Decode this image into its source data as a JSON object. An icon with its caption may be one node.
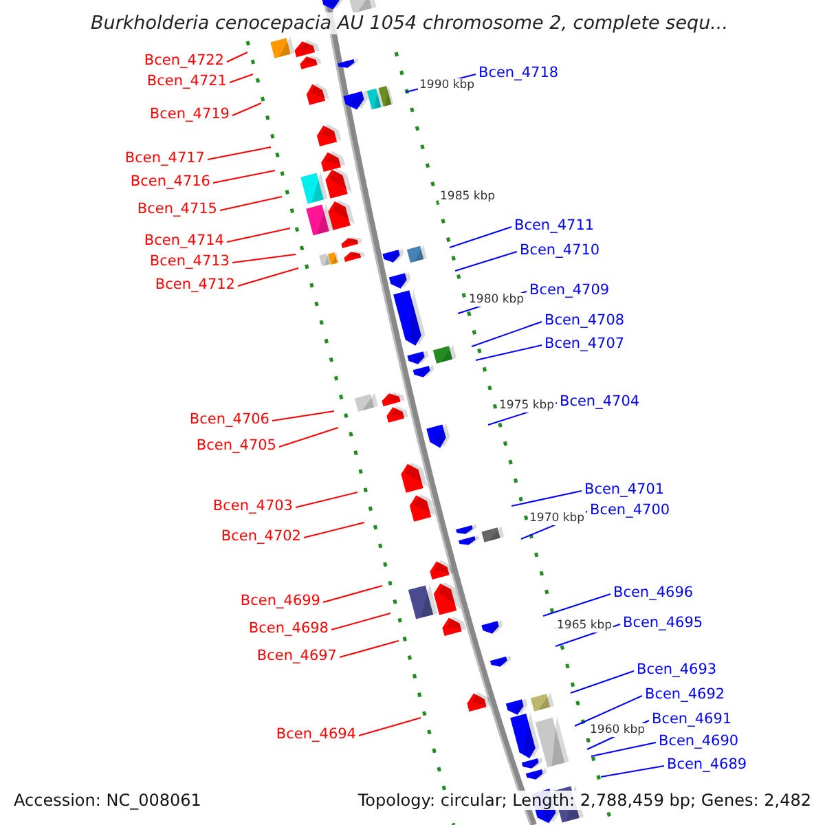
{
  "diagram": {
    "title": "Burkholderia cenocepacia AU 1054 chromosome 2, complete sequ...",
    "nodes": [
      {
        "text": [
          "Bcen_4722"
        ]
      },
      {
        "text": [
          "Bcen_4721"
        ]
      },
      {
        "text": [
          "Bcen_4719"
        ]
      },
      {
        "text": [
          "Bcen_4717"
        ]
      },
      {
        "text": [
          "Bcen_4716"
        ]
      },
      {
        "text": [
          "Bcen_4715"
        ]
      },
      {
        "text": [
          "Bcen_4714"
        ]
      },
      {
        "text": [
          "Bcen_4713"
        ]
      },
      {
        "text": [
          "Bcen_4712"
        ]
      },
      {
        "text": [
          "Bcen_4706"
        ]
      },
      {
        "text": [
          "Bcen_4705"
        ]
      },
      {
        "text": [
          "Bcen_4703"
        ]
      },
      {
        "text": [
          "Bcen_4702"
        ]
      },
      {
        "text": [
          "Bcen_4699"
        ]
      },
      {
        "text": [
          "Bcen_4698"
        ]
      },
      {
        "text": [
          "Bcen_4697"
        ]
      },
      {
        "text": [
          "Bcen_4694"
        ]
      },
      {
        "text": [
          "Bcen_4718"
        ]
      },
      {
        "text": [
          "Bcen_4711"
        ]
      },
      {
        "text": [
          "Bcen_4710"
        ]
      },
      {
        "text": [
          "Bcen_4709"
        ]
      },
      {
        "text": [
          "Bcen_4708"
        ]
      },
      {
        "text": [
          "Bcen_4707"
        ]
      },
      {
        "text": [
          "Bcen_4704"
        ]
      },
      {
        "text": [
          "Bcen_4701"
        ]
      },
      {
        "text": [
          "Bcen_4700"
        ]
      },
      {
        "text": [
          "Bcen_4696"
        ]
      },
      {
        "text": [
          "Bcen_4695"
        ]
      },
      {
        "text": [
          "Bcen_4693"
        ]
      },
      {
        "text": [
          "Bcen_4692"
        ]
      },
      {
        "text": [
          "Bcen_4691"
        ]
      },
      {
        "text": [
          "Bcen_4690"
        ]
      },
      {
        "text": [
          "Bcen_4689"
        ]
      }
    ],
    "edges": [
      {
        "from": 0,
        "to": null,
        "arrow": "none"
      },
      {
        "from": 1,
        "to": null,
        "arrow": "none"
      },
      {
        "from": 2,
        "to": null,
        "arrow": "none"
      },
      {
        "from": 3,
        "to": null,
        "arrow": "none"
      },
      {
        "from": 4,
        "to": null,
        "arrow": "none"
      },
      {
        "from": 5,
        "to": null,
        "arrow": "none"
      },
      {
        "from": 6,
        "to": null,
        "arrow": "none"
      },
      {
        "from": 7,
        "to": null,
        "arrow": "none"
      },
      {
        "from": 8,
        "to": null,
        "arrow": "none"
      },
      {
        "from": 9,
        "to": null,
        "arrow": "none"
      },
      {
        "from": 10,
        "to": null,
        "arrow": "none"
      },
      {
        "from": 11,
        "to": null,
        "arrow": "none"
      },
      {
        "from": 12,
        "to": null,
        "arrow": "none"
      },
      {
        "from": 13,
        "to": null,
        "arrow": "none"
      },
      {
        "from": 14,
        "to": null,
        "arrow": "none"
      },
      {
        "from": 15,
        "to": null,
        "arrow": "none"
      },
      {
        "from": 16,
        "to": null,
        "arrow": "none"
      },
      {
        "from": 17,
        "to": null,
        "arrow": "none",
        "color": "#0000ff"
      },
      {
        "from": 18,
        "to": null,
        "arrow": "none",
        "color": "#0000ff"
      },
      {
        "from": 19,
        "to": null,
        "arrow": "none",
        "color": "#0000ff"
      },
      {
        "from": 20,
        "to": null,
        "arrow": "none",
        "color": "#0000ff"
      },
      {
        "from": 21,
        "to": null,
        "arrow": "none",
        "color": "#0000ff"
      },
      {
        "from": 22,
        "to": null,
        "arrow": "none",
        "color": "#0000ff"
      },
      {
        "from": 23,
        "to": null,
        "arrow": "none",
        "color": "#0000ff"
      },
      {
        "from": 24,
        "to": null,
        "arrow": "none",
        "color": "#0000ff"
      },
      {
        "from": 25,
        "to": null,
        "arrow": "none",
        "color": "#0000ff"
      },
      {
        "from": 26,
        "to": null,
        "arrow": "none",
        "color": "#0000ff"
      },
      {
        "from": 27,
        "to": null,
        "arrow": "none",
        "color": "#0000ff"
      },
      {
        "from": 28,
        "to": null,
        "arrow": "none",
        "color": "#0000ff"
      },
      {
        "from": 29,
        "to": null,
        "arrow": "none",
        "color": "#0000ff"
      },
      {
        "from": 30,
        "to": null,
        "arrow": "none",
        "color": "#0000ff"
      },
      {
        "from": 31,
        "to": null,
        "arrow": "none",
        "color": "#0000ff"
      },
      {
        "from": 32,
        "to": null,
        "arrow": "none",
        "color": "#0000ff"
      }
    ],
    "labels": [
      "1990 kbp",
      "1985 kbp",
      "1980 kbp",
      "1975 kbp",
      "1970 kbp",
      "1965 kbp",
      "1960 kbp",
      "Accession: NC_008061",
      "Topology: circular; Length: 2,788,459 bp; Genes: 2,482"
    ]
  }
}
